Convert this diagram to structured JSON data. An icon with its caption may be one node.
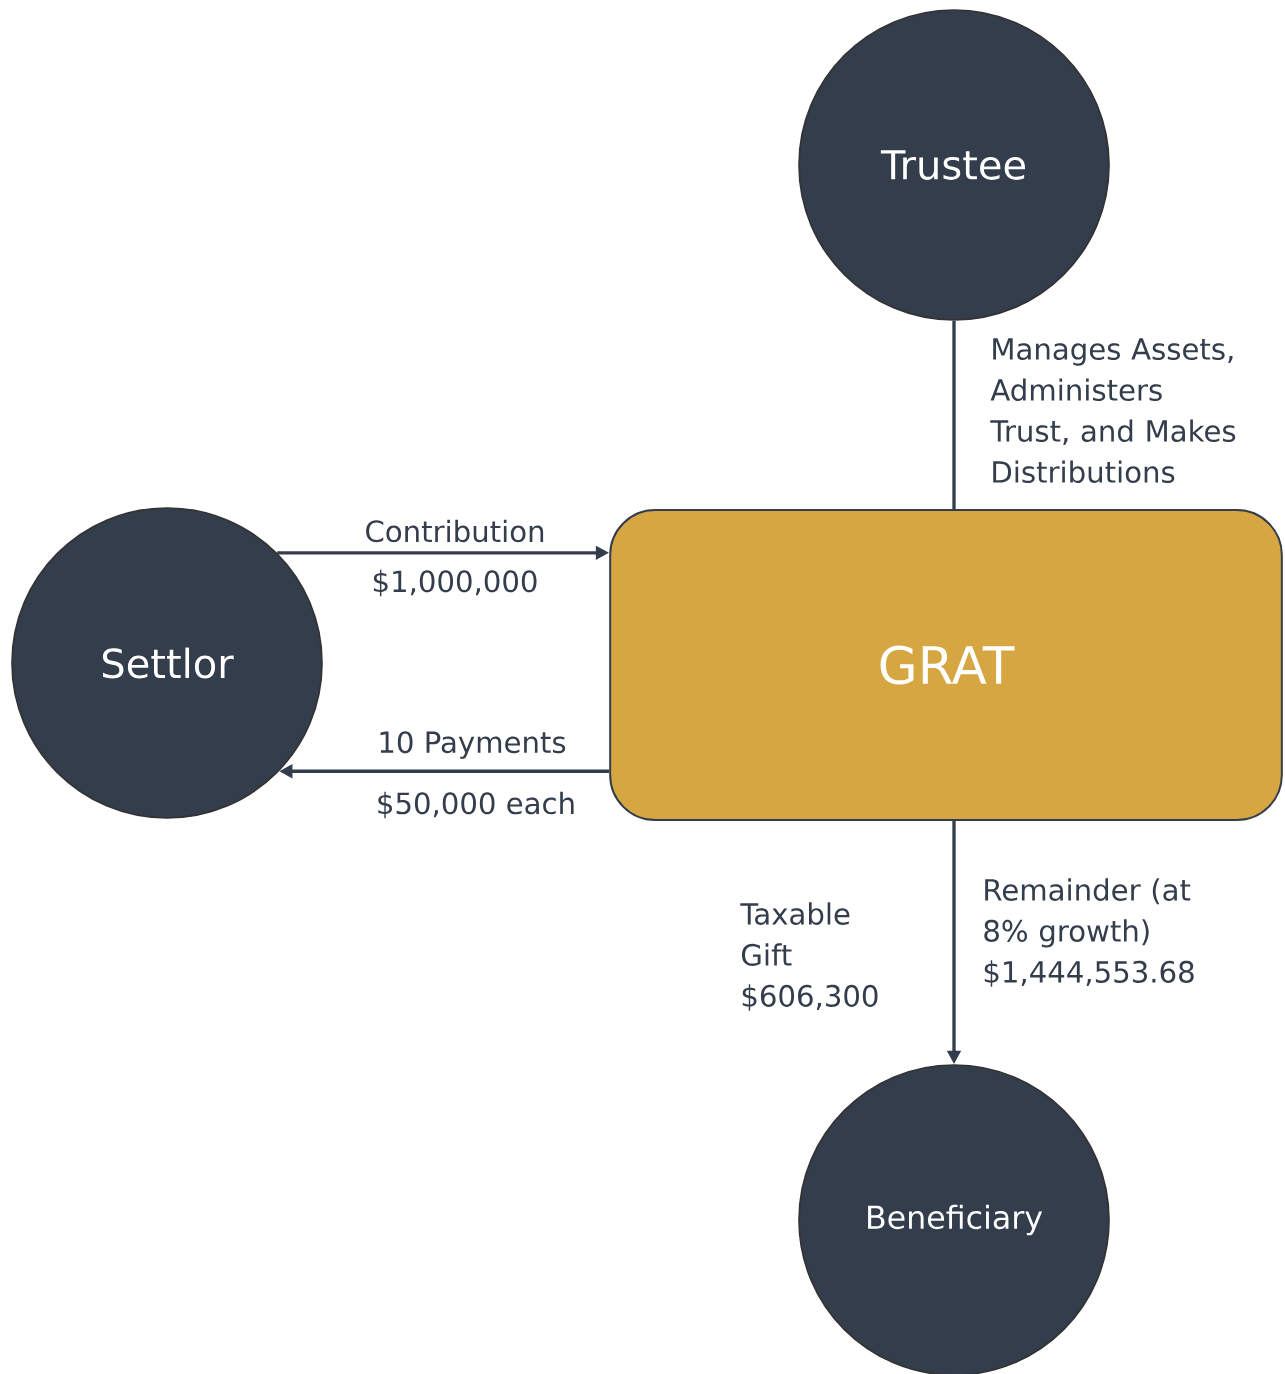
{
  "diagram": {
    "nodes": [
      {
        "text": [
          "Trustee"
        ]
      },
      {
        "text": [
          "Settlor"
        ]
      },
      {
        "text": [
          "GRAT"
        ]
      },
      {
        "text": [
          "Beneficiary"
        ]
      }
    ],
    "edges": [
      {
        "from": 0,
        "to": 2,
        "arrow": "none",
        "label": "Manages Assets, Administers Trust, and Makes Distributions"
      },
      {
        "from": 1,
        "to": 2,
        "arrow": "to",
        "label": "Contribution"
      },
      {
        "from": 2,
        "to": 1,
        "arrow": "to",
        "label": "10 Payments"
      },
      {
        "from": 2,
        "to": 3,
        "arrow": "to",
        "label": "Remainder (at 8% growth) $1,444,553.68"
      }
    ],
    "labels": [
      "$1,000,000",
      "$50,000 each",
      "Taxable Gift $606,300"
    ]
  }
}
